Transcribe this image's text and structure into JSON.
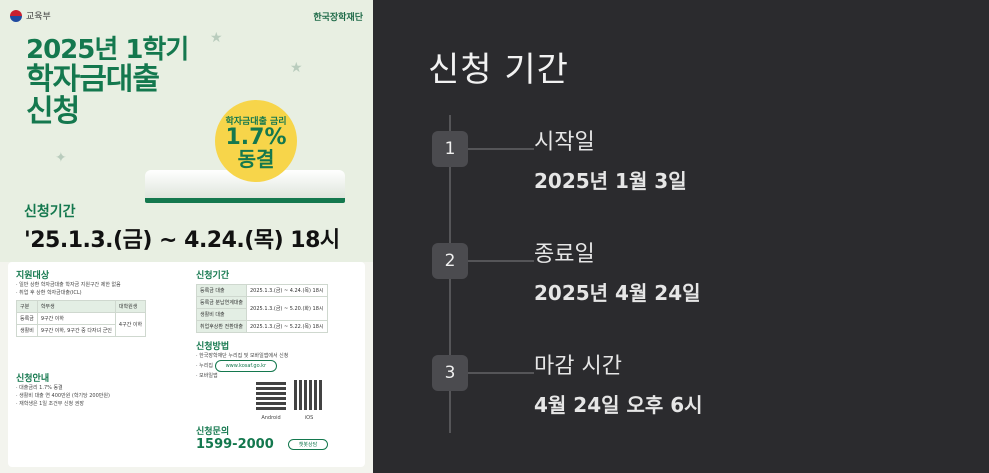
{
  "poster": {
    "ministry": "교육부",
    "agency": "한국장학재단",
    "title_line1": "2025년 1학기",
    "title_line2": "학자금대출",
    "title_line3": "신청",
    "rate_caption": "학자금대출 금리",
    "rate_value": "1.7%",
    "rate_status": "동결",
    "period_label": "신청기간",
    "period_text": "'25.1.3.(금) ~ 4.24.(목) 18시",
    "section_target": "지원대상",
    "target_lines": [
      "· 일반 상환 학자금대출 학자금 지원구간 제한 없음",
      "· 취업 후 상환 학자금대출(ICL)"
    ],
    "target_table": {
      "header": [
        "구분",
        "학부생",
        "대학원생"
      ],
      "rows": [
        [
          "등록금",
          "9구간 이하",
          "4구간 이하"
        ],
        [
          "생활비",
          "9구간 이하, 9구간 중 다자녀 군인",
          ""
        ]
      ]
    },
    "section_period": "신청기간",
    "period_table": [
      [
        "등록금 대출",
        "2025.1.3.(금) ~ 4.24.(목) 18시"
      ],
      [
        "등록금 분납연계대출",
        "2025.1.3.(금) ~ 5.20.(화) 18시"
      ],
      [
        "생활비 대출",
        ""
      ],
      [
        "취업후상환 전환대출",
        "2025.1.3.(금) ~ 5.22.(목) 18시"
      ]
    ],
    "section_method": "신청방법",
    "method_line": "· 한국장학재단 누리집 및 모바일앱에서 신청",
    "method_web": "· 누리집",
    "method_app": "· 모바일앱",
    "website": "www.kosaf.go.kr",
    "qr_android": "Android",
    "qr_ios": "iOS",
    "section_guide": "신청안내",
    "guide_line1": "· 대출금리 1.7% 동결",
    "guide_line2": "· 생활비 대출 연 400만원 (학기당 200만원)",
    "guide_line3": "· 재학생은 1일 조건부 신청 권장",
    "section_contact": "신청문의",
    "contact_phone": "1599-2000",
    "chatbot": "챗봇상담"
  },
  "panel": {
    "title": "신청 기간",
    "steps": [
      {
        "number": "1",
        "label": "시작일",
        "value": "2025년 1월 3일"
      },
      {
        "number": "2",
        "label": "종료일",
        "value": "2025년 4월 24일"
      },
      {
        "number": "3",
        "label": "마감 시간",
        "value": "4월 24일 오후 6시"
      }
    ]
  }
}
